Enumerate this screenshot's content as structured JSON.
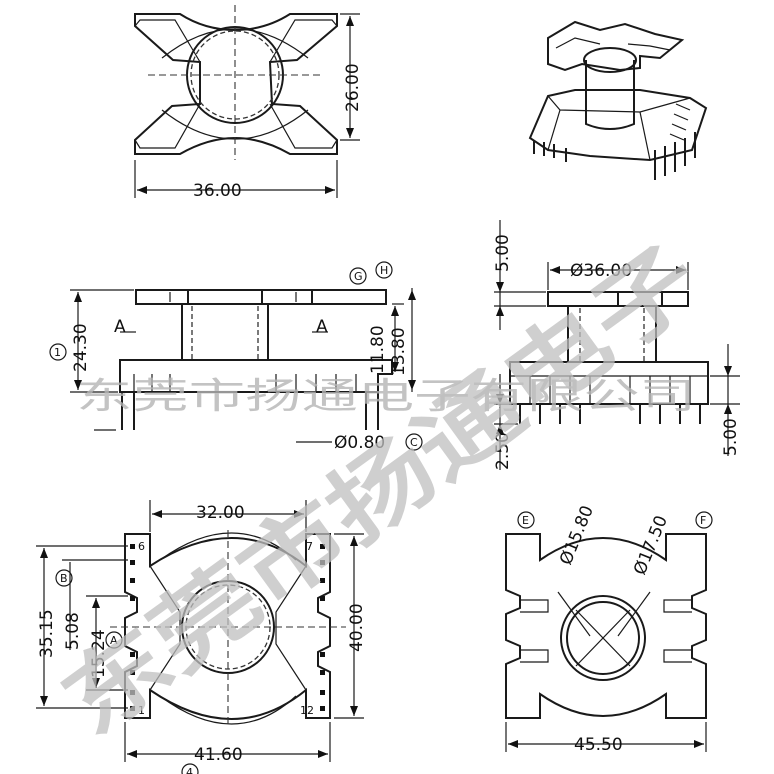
{
  "watermark": {
    "big_text": "东莞市扬通电子",
    "line_text": "东莞市扬通电子有限公司"
  },
  "top_view": {
    "width_dim": "36.00",
    "height_dim": "26.00"
  },
  "front_view": {
    "overall_height": "24.30",
    "h_11_80": "11.80",
    "h_13_80": "13.80",
    "pin_dia": "Ø0.80",
    "section_mark": "A",
    "callouts": [
      "1",
      "G",
      "H",
      "C"
    ]
  },
  "side_view": {
    "flange_dia": "Ø36.00",
    "top_dim": "5.00",
    "pin_len_left": "2.50",
    "pin_len_right": "5.00"
  },
  "bottom_view": {
    "width_top": "32.00",
    "width_bottom": "41.60",
    "height_left": "35.15",
    "pitch": "5.08",
    "span": "15.24",
    "height_right": "40.00",
    "pin_labels": [
      "6",
      "7",
      "1",
      "12"
    ],
    "callouts": [
      "B",
      "A",
      "4"
    ]
  },
  "section_view": {
    "inner_dia": "Ø15.80",
    "outer_dia": "Ø17.50",
    "width": "45.50",
    "callouts": [
      "E",
      "F"
    ]
  }
}
